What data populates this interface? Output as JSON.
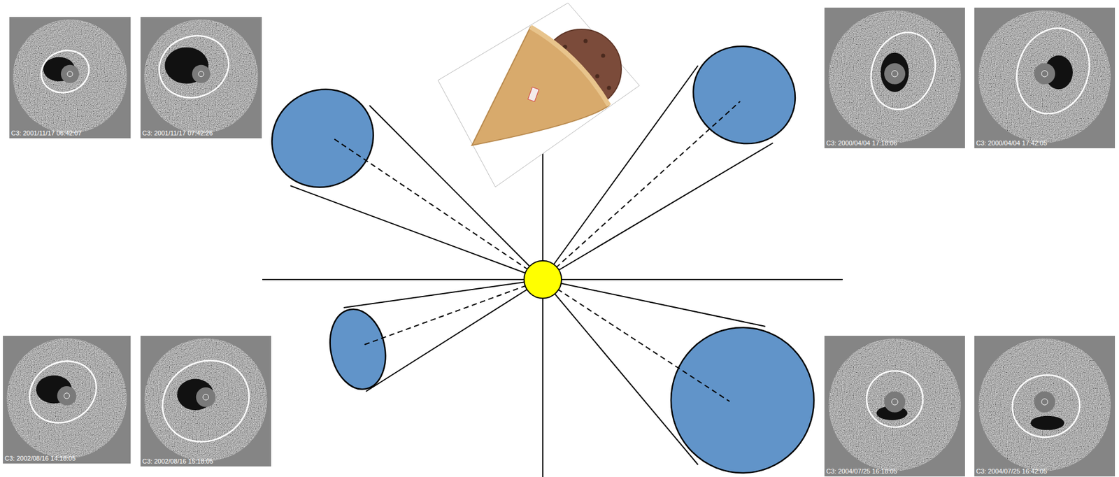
{
  "diagram": {
    "labels": [
      "C3: 2001/11/17 06:42:07",
      "C3: 2001/11/17 07:42:26",
      "C3: 2000/04/04 17:18:06",
      "C3: 2000/04/04 17:42:05",
      "C3: 2002/08/16 14:18:05",
      "C3: 2002/08/16 15:18:05",
      "C3: 2004/07/25 16:18:05",
      "C3: 2004/07/25 16:42:05"
    ]
  }
}
